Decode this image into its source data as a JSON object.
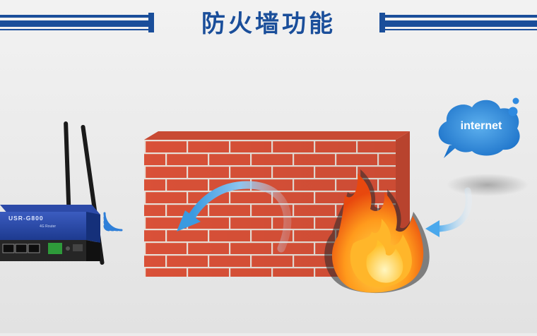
{
  "page": {
    "title": "防火墙功能"
  },
  "cloud": {
    "label": "internet"
  },
  "router": {
    "model": "USR-G800",
    "subtitle": "4G Router"
  }
}
